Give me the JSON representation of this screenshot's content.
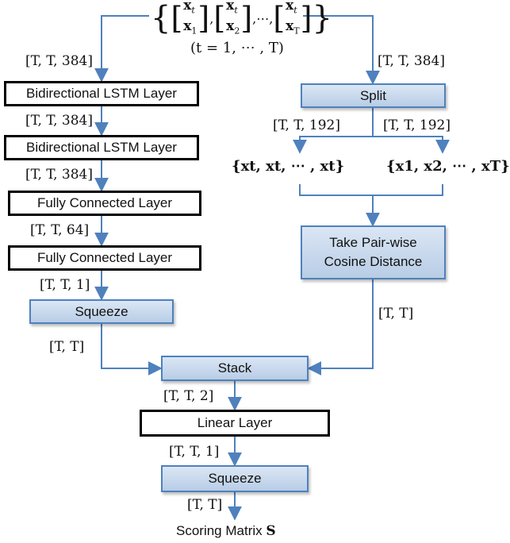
{
  "input": {
    "pairs": [
      {
        "top": "x",
        "top_sub": "t",
        "bottom": "x",
        "bottom_sub": "1"
      },
      {
        "top": "x",
        "top_sub": "t",
        "bottom": "x",
        "bottom_sub": "2"
      },
      {
        "top": "x",
        "top_sub": "t",
        "bottom": "x",
        "bottom_sub": "T"
      }
    ],
    "separator": ", ",
    "ellipsis": "⋯",
    "range": "(t = 1, ⋯ , T)"
  },
  "left_branch": {
    "shape_in": "[T, T, 384]",
    "lstm1": "Bidirectional LSTM Layer",
    "shape_lstm1": "[T, T, 384]",
    "lstm2": "Bidirectional LSTM Layer",
    "shape_lstm2": "[T, T, 384]",
    "fc1": "Fully Connected Layer",
    "shape_fc1": "[T, T, 64]",
    "fc2": "Fully Connected Layer",
    "shape_fc2": "[T, T, 1]",
    "squeeze": "Squeeze",
    "shape_squeeze": "[T, T]"
  },
  "right_branch": {
    "shape_in": "[T, T, 384]",
    "split": "Split",
    "shape_split_left": "[T, T, 192]",
    "shape_split_right": "[T, T, 192]",
    "set_left": "{xt, xt, ⋯ , xt}",
    "set_right": "{x1, x2, ⋯ , xT}",
    "cosine_line1": "Take Pair-wise",
    "cosine_line2": "Cosine Distance",
    "shape_cosine": "[T, T]"
  },
  "merge": {
    "stack": "Stack",
    "shape_stack": "[T, T, 2]",
    "linear": "Linear Layer",
    "shape_linear": "[T, T, 1]",
    "squeeze": "Squeeze",
    "shape_squeeze": "[T, T]",
    "output_text": "Scoring Matrix",
    "output_symbol": "S"
  },
  "colors": {
    "arrow": "#4f81bd",
    "blue_fill": "#c6d6ec",
    "plain_border": "#000000"
  }
}
